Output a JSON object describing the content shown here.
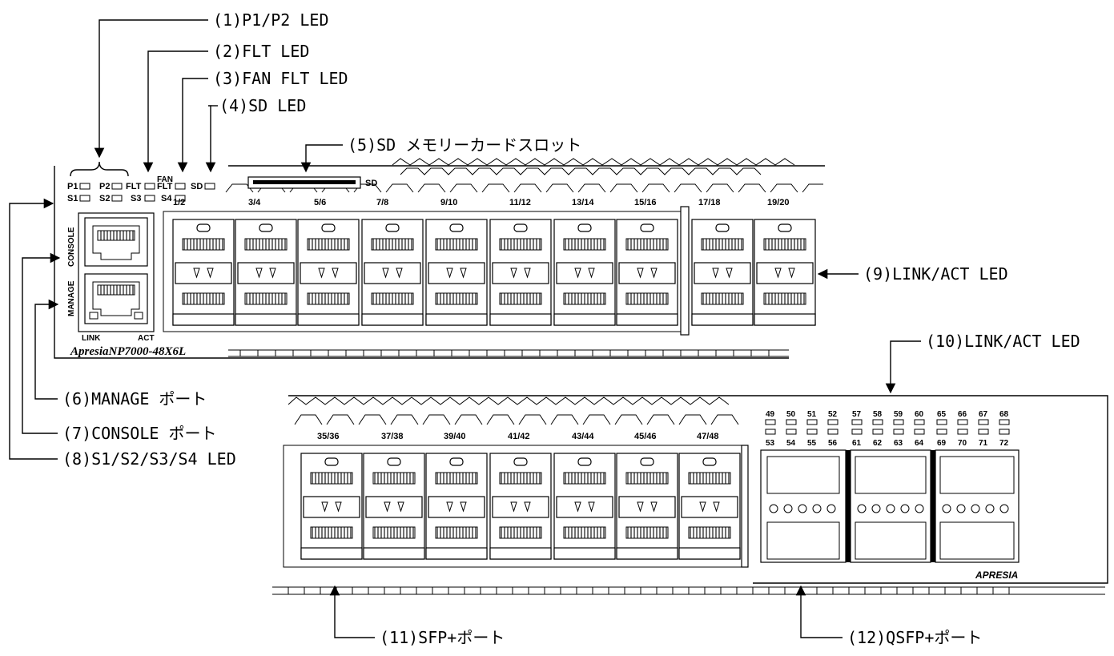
{
  "callouts": {
    "c1": "(1)P1/P2 LED",
    "c2": "(2)FLT LED",
    "c3": "(3)FAN FLT LED",
    "c4": "(4)SD LED",
    "c5": "(5)SD メモリーカードスロット",
    "c6": "(6)MANAGE ポート",
    "c7": "(7)CONSOLE ポート",
    "c8": "(8)S1/S2/S3/S4 LED",
    "c9": "(9)LINK/ACT LED",
    "c10": "(10)LINK/ACT LED",
    "c11": "(11)SFP+ポート",
    "c12": "(12)QSFP+ポート"
  },
  "panel": {
    "led_p1": "P1",
    "led_p2": "P2",
    "led_flt": "FLT",
    "led_fan": "FAN",
    "led_fanflt": "FLT",
    "led_sd": "SD",
    "led_s1": "S1",
    "led_s2": "S2",
    "led_s3": "S3",
    "led_s4": "S4",
    "sd_slot_label": "SD",
    "console_label": "CONSOLE",
    "manage_label": "MANAGE",
    "link_label": "LINK",
    "act_label": "ACT",
    "model": "ApresiaNP7000-48X6L",
    "brand": "APRESIA"
  },
  "upper_port_labels": [
    "1/2",
    "3/4",
    "5/6",
    "7/8",
    "9/10",
    "11/12",
    "13/14",
    "15/16",
    "17/18",
    "19/20"
  ],
  "lower_port_labels": [
    "35/36",
    "37/38",
    "39/40",
    "41/42",
    "43/44",
    "45/46",
    "47/48"
  ],
  "qsfp_led_top": [
    "49",
    "50",
    "51",
    "52",
    "57",
    "58",
    "59",
    "60",
    "65",
    "66",
    "67",
    "68"
  ],
  "qsfp_led_bottom": [
    "53",
    "54",
    "55",
    "56",
    "61",
    "62",
    "63",
    "64",
    "69",
    "70",
    "71",
    "72"
  ]
}
